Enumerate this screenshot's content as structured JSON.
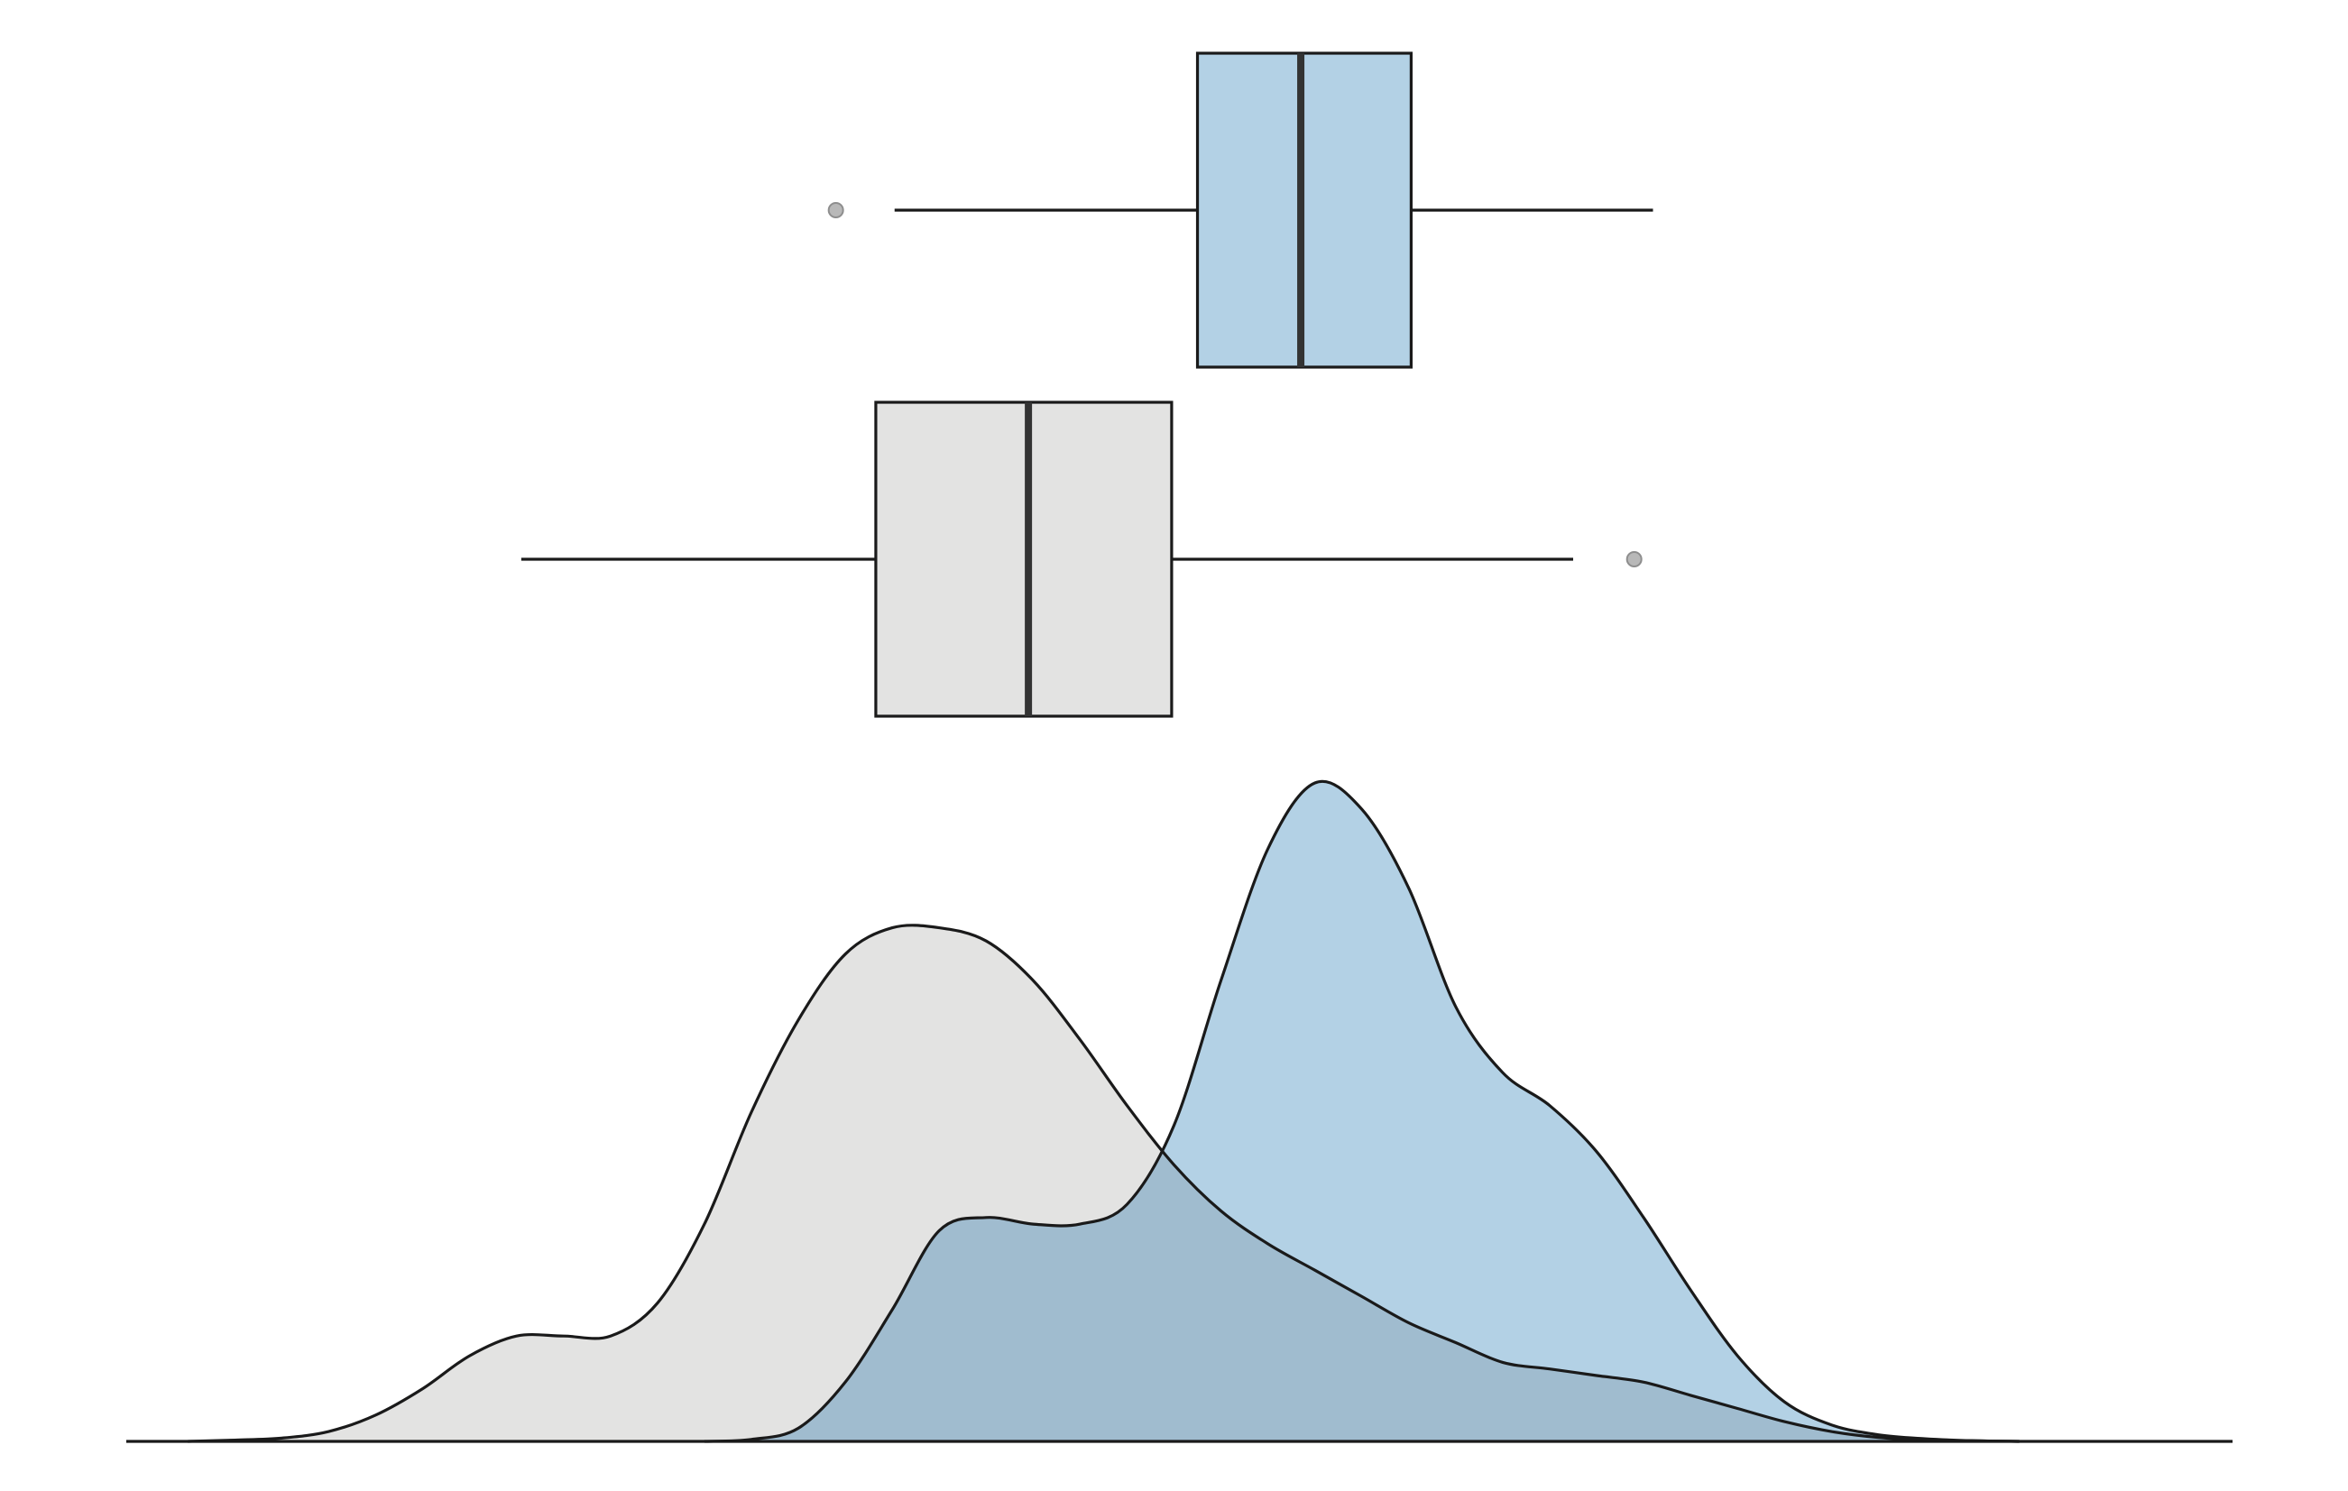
{
  "colors": {
    "blue_fill": "#b3d1e5",
    "gray_fill": "#e3e3e2",
    "overlap_fill": "#a0bccf",
    "outline": "#1a1a1a",
    "median": "#333333",
    "outlier": "#b8b8b8"
  },
  "chart_data": {
    "type": "density_boxplot",
    "title": "",
    "xlabel": "",
    "ylabel": "",
    "grid": false,
    "xlim": [
      0,
      100
    ],
    "series": [
      {
        "fill": "blue",
        "box": {
          "whisker_low": 38.1,
          "q1": 51.0,
          "median": 55.4,
          "q3": 60.1,
          "whisker_high": 70.4,
          "outliers": [
            35.6
          ]
        },
        "density": {
          "x": [
            30,
            32,
            34,
            36,
            38,
            40,
            42,
            44,
            46,
            48,
            50,
            52,
            54,
            56,
            58,
            60,
            62,
            64,
            66,
            68,
            70,
            72,
            74,
            76,
            78,
            80,
            82,
            84,
            86
          ],
          "y": [
            0,
            0.003,
            0.02,
            0.09,
            0.2,
            0.32,
            0.34,
            0.33,
            0.33,
            0.36,
            0.48,
            0.7,
            0.9,
            1.0,
            0.96,
            0.84,
            0.66,
            0.56,
            0.51,
            0.44,
            0.34,
            0.23,
            0.13,
            0.06,
            0.025,
            0.01,
            0.004,
            0.001,
            0
          ]
        }
      },
      {
        "fill": "gray",
        "box": {
          "whisker_low": 22.2,
          "q1": 37.3,
          "median": 43.8,
          "q3": 49.9,
          "whisker_high": 67.0,
          "outliers": [
            69.6
          ]
        },
        "density": {
          "x": [
            8,
            10,
            12,
            14,
            16,
            18,
            20,
            22,
            24,
            26,
            28,
            30,
            32,
            34,
            36,
            38,
            40,
            42,
            44,
            46,
            48,
            50,
            52,
            54,
            56,
            58,
            60,
            62,
            64,
            66,
            68,
            70,
            72,
            74,
            76,
            78,
            80,
            82,
            84,
            86
          ],
          "y": [
            0,
            0.002,
            0.005,
            0.015,
            0.04,
            0.08,
            0.13,
            0.16,
            0.16,
            0.16,
            0.21,
            0.33,
            0.5,
            0.64,
            0.74,
            0.78,
            0.78,
            0.76,
            0.7,
            0.61,
            0.51,
            0.42,
            0.35,
            0.3,
            0.26,
            0.22,
            0.18,
            0.15,
            0.12,
            0.11,
            0.1,
            0.09,
            0.07,
            0.05,
            0.03,
            0.015,
            0.006,
            0.002,
            0.001,
            0
          ]
        }
      }
    ]
  }
}
